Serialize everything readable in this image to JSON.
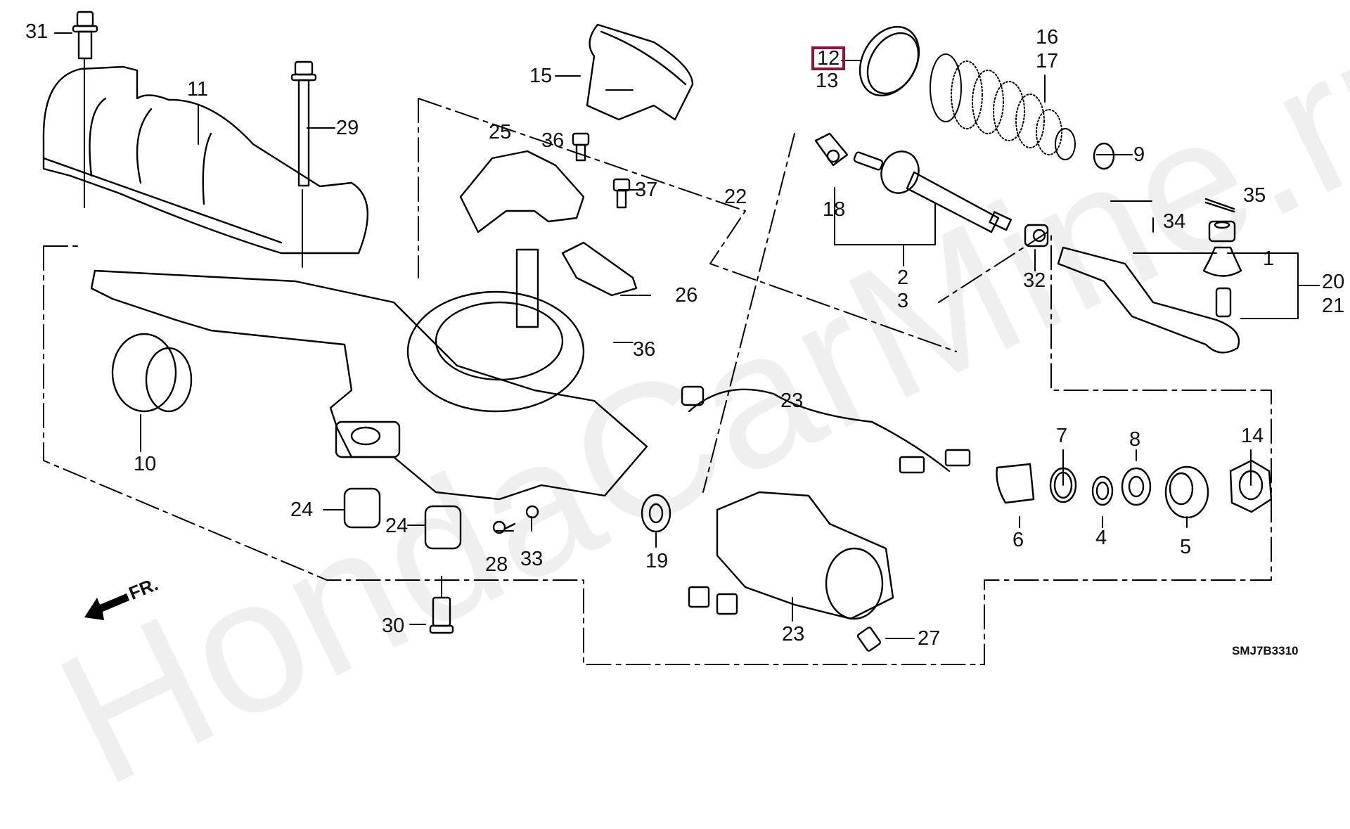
{
  "diagram": {
    "title": "Power steering gear box (EPS) exploded parts diagram",
    "watermark": "HondaCarMine.ru",
    "diagram_code": "SMJ7B3310",
    "front_indicator": "FR.",
    "highlighted_part": "12",
    "highlight_color": "#8b1538",
    "callouts": [
      {
        "id": "c31",
        "label": "31"
      },
      {
        "id": "c11",
        "label": "11"
      },
      {
        "id": "c29",
        "label": "29"
      },
      {
        "id": "c15",
        "label": "15"
      },
      {
        "id": "c12",
        "label": "12"
      },
      {
        "id": "c13",
        "label": "13"
      },
      {
        "id": "c16",
        "label": "16"
      },
      {
        "id": "c17",
        "label": "17"
      },
      {
        "id": "c9",
        "label": "9"
      },
      {
        "id": "c25",
        "label": "25"
      },
      {
        "id": "c36a",
        "label": "36"
      },
      {
        "id": "c37",
        "label": "37"
      },
      {
        "id": "c22",
        "label": "22"
      },
      {
        "id": "c18",
        "label": "18"
      },
      {
        "id": "c2",
        "label": "2"
      },
      {
        "id": "c3",
        "label": "3"
      },
      {
        "id": "c35",
        "label": "35"
      },
      {
        "id": "c34",
        "label": "34"
      },
      {
        "id": "c1",
        "label": "1"
      },
      {
        "id": "c32",
        "label": "32"
      },
      {
        "id": "c20",
        "label": "20"
      },
      {
        "id": "c21",
        "label": "21"
      },
      {
        "id": "c26",
        "label": "26"
      },
      {
        "id": "c36b",
        "label": "36"
      },
      {
        "id": "c10",
        "label": "10"
      },
      {
        "id": "c23a",
        "label": "23"
      },
      {
        "id": "c7",
        "label": "7"
      },
      {
        "id": "c8",
        "label": "8"
      },
      {
        "id": "c14",
        "label": "14"
      },
      {
        "id": "c24a",
        "label": "24"
      },
      {
        "id": "c24b",
        "label": "24"
      },
      {
        "id": "c28",
        "label": "28"
      },
      {
        "id": "c33",
        "label": "33"
      },
      {
        "id": "c19",
        "label": "19"
      },
      {
        "id": "c6",
        "label": "6"
      },
      {
        "id": "c4",
        "label": "4"
      },
      {
        "id": "c5",
        "label": "5"
      },
      {
        "id": "c30",
        "label": "30"
      },
      {
        "id": "c23b",
        "label": "23"
      },
      {
        "id": "c27",
        "label": "27"
      }
    ]
  }
}
